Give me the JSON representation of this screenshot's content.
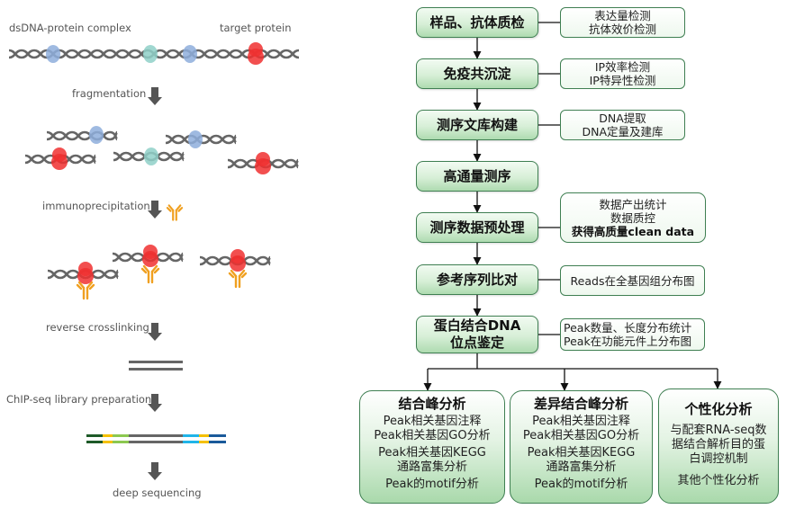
{
  "left_panel": {
    "labels": {
      "complex": "dsDNA-protein complex",
      "target": "target protein",
      "step1": "fragmentation",
      "step2": "immunoprecipitation",
      "step3": "reverse crosslinking",
      "step4": "ChIP-seq library preparation",
      "step5": "deep sequencing"
    },
    "colors": {
      "dna": "#666666",
      "protein_blue": "#8eaedc",
      "protein_teal": "#8fd0c8",
      "target_red": "#f03030",
      "antibody": "#f0a020",
      "arrow": "#555555",
      "adapter_dark_green": "#1e5a28",
      "adapter_yellow": "#f5c000",
      "adapter_light_green": "#8cc850",
      "insert_gray": "#666666",
      "adapter_cyan": "#20b4e8",
      "adapter_blue": "#1a5a9a"
    }
  },
  "flow": {
    "main_steps": [
      {
        "lines": [
          "样品、抗体质检"
        ]
      },
      {
        "lines": [
          "免疫共沉淀"
        ]
      },
      {
        "lines": [
          "测序文库构建"
        ]
      },
      {
        "lines": [
          "高通量测序"
        ]
      },
      {
        "lines": [
          "测序数据预处理"
        ]
      },
      {
        "lines": [
          "参考序列比对"
        ]
      },
      {
        "lines": [
          "蛋白结合DNA",
          "位点鉴定"
        ]
      }
    ],
    "side_notes": [
      {
        "lines": [
          "表达量检测",
          "抗体效价检测"
        ]
      },
      {
        "lines": [
          "IP效率检测",
          "IP特异性检测"
        ]
      },
      {
        "lines": [
          "DNA提取",
          "DNA定量及建库"
        ]
      },
      {
        "lines": [
          "数据产出统计",
          "数据质控"
        ],
        "bold_prefix": "获得高质量",
        "bold_suffix": "clean data"
      },
      {
        "lines": [
          "Reads在全基因组分布图"
        ]
      },
      {
        "lines": [
          "Peak数量、长度分布统计",
          "Peak在功能元件上分布图"
        ]
      }
    ],
    "analysis_boxes": [
      {
        "title": "结合峰分析",
        "groups": [
          [
            "Peak相关基因注释",
            "Peak相关基因GO分析"
          ],
          [
            "Peak相关基因KEGG",
            "通路富集分析"
          ],
          [
            "Peak的motif分析"
          ]
        ]
      },
      {
        "title": "差异结合峰分析",
        "groups": [
          [
            "Peak相关基因注释",
            "Peak相关基因GO分析"
          ],
          [
            "Peak相关基因KEGG",
            "通路富集分析"
          ],
          [
            "Peak的motif分析"
          ]
        ]
      },
      {
        "title": "个性化分析",
        "groups": [
          [
            "与配套RNA-seq数",
            "据结合解析目的蛋",
            "白调控机制"
          ],
          [
            "其他个性化分析"
          ]
        ]
      }
    ],
    "colors": {
      "box_border": "#3f7f52",
      "box_fill_top": "#f2fbf2",
      "box_fill_bottom": "#aedbb0",
      "connector": "#111111"
    }
  }
}
